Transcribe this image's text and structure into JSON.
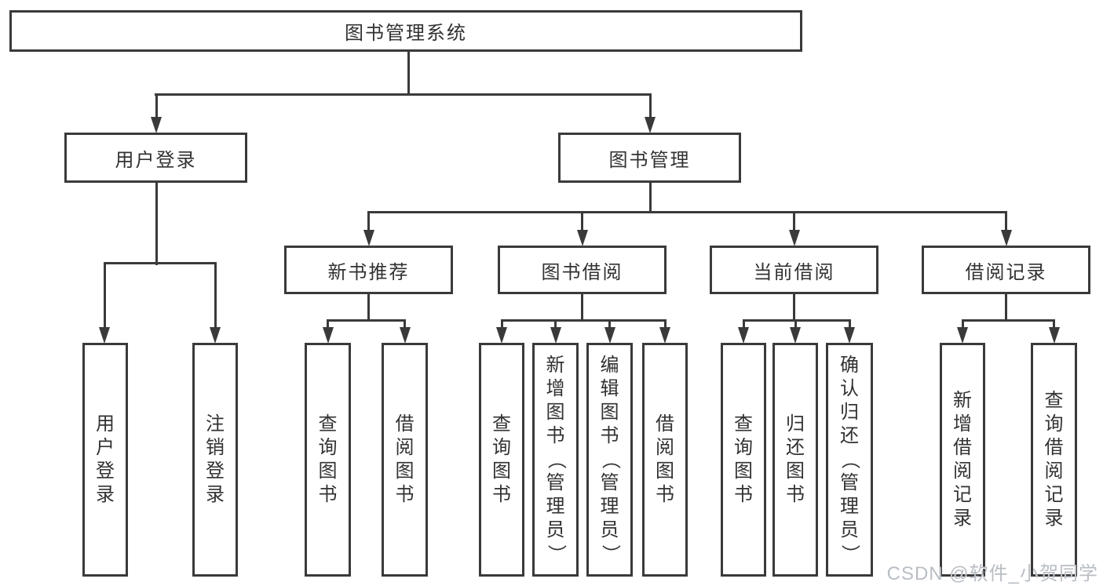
{
  "diagram": {
    "title": "图书管理系统",
    "nodes": {
      "root": "图书管理系统",
      "user_login": "用户登录",
      "book_mgmt": "图书管理",
      "ul_login": "用户登录",
      "ul_logout": "注销登录",
      "new_books": "新书推荐",
      "book_borrow": "图书借阅",
      "current_borrow": "当前借阅",
      "borrow_records": "借阅记录",
      "nb_query": "查询图书",
      "nb_borrow": "借阅图书",
      "bb_query": "查询图书",
      "bb_add": "新增图书（管理员）",
      "bb_edit": "编辑图书（管理员）",
      "bb_borrow": "借阅图书",
      "cb_query": "查询图书",
      "cb_return": "归还图书",
      "cb_confirm": "确认归还（管理员）",
      "br_add": "新增借阅记录",
      "br_query": "查询借阅记录"
    },
    "hierarchy": {
      "图书管理系统": {
        "用户登录": [
          "用户登录",
          "注销登录"
        ],
        "图书管理": {
          "新书推荐": [
            "查询图书",
            "借阅图书"
          ],
          "图书借阅": [
            "查询图书",
            "新增图书（管理员）",
            "编辑图书（管理员）",
            "借阅图书"
          ],
          "当前借阅": [
            "查询图书",
            "归还图书",
            "确认归还（管理员）"
          ],
          "借阅记录": [
            "新增借阅记录",
            "查询借阅记录"
          ]
        }
      }
    }
  },
  "watermark": "CSDN @软件_小贺同学",
  "colors": {
    "line": "#3a3a3a",
    "text": "#323232",
    "background": "#ffffff",
    "watermark": "#b9bec4"
  }
}
